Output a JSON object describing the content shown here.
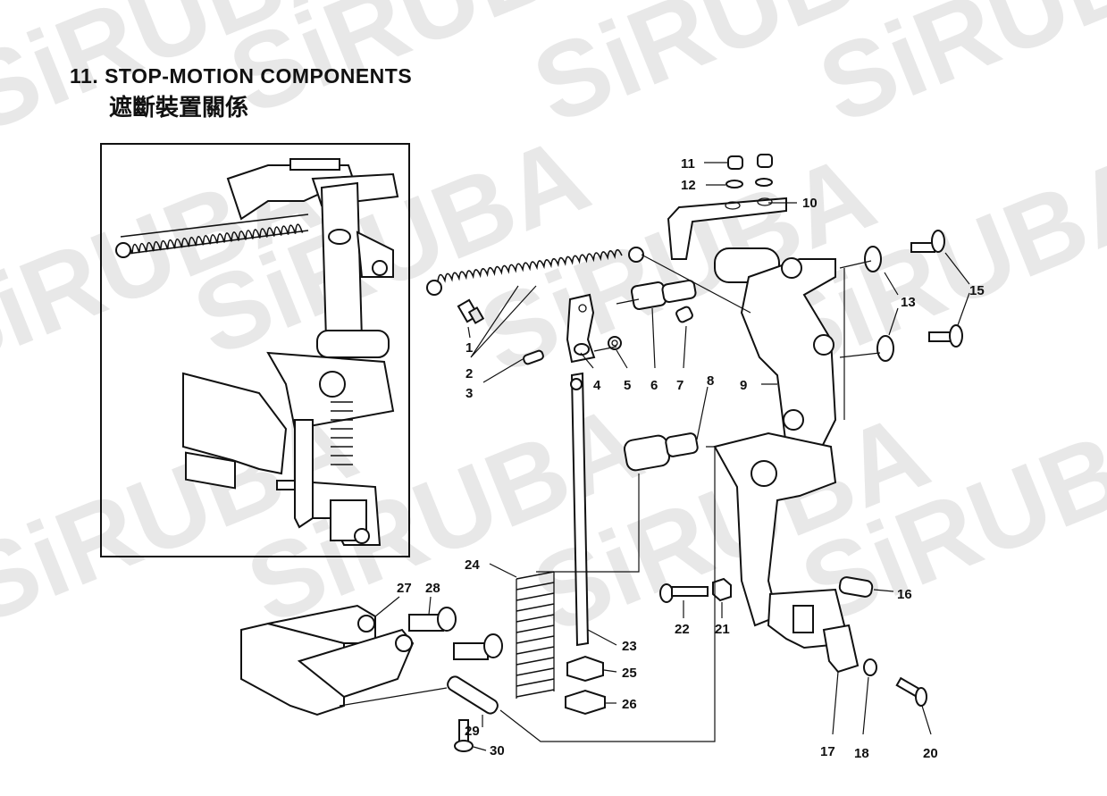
{
  "header": {
    "title_en": "11. STOP-MOTION COMPONENTS",
    "title_zh": "遮斷裝置關係"
  },
  "watermark": {
    "text": "SiRUBA",
    "color": "#d6d6d6"
  },
  "parts": [
    {
      "no": "1"
    },
    {
      "no": "2"
    },
    {
      "no": "3"
    },
    {
      "no": "4"
    },
    {
      "no": "5"
    },
    {
      "no": "6"
    },
    {
      "no": "7"
    },
    {
      "no": "8"
    },
    {
      "no": "9"
    },
    {
      "no": "10"
    },
    {
      "no": "11"
    },
    {
      "no": "12"
    },
    {
      "no": "13"
    },
    {
      "no": "15"
    },
    {
      "no": "16"
    },
    {
      "no": "17"
    },
    {
      "no": "18"
    },
    {
      "no": "20"
    },
    {
      "no": "21"
    },
    {
      "no": "22"
    },
    {
      "no": "23"
    },
    {
      "no": "24"
    },
    {
      "no": "25"
    },
    {
      "no": "26"
    },
    {
      "no": "27"
    },
    {
      "no": "28"
    },
    {
      "no": "29"
    },
    {
      "no": "30"
    }
  ]
}
